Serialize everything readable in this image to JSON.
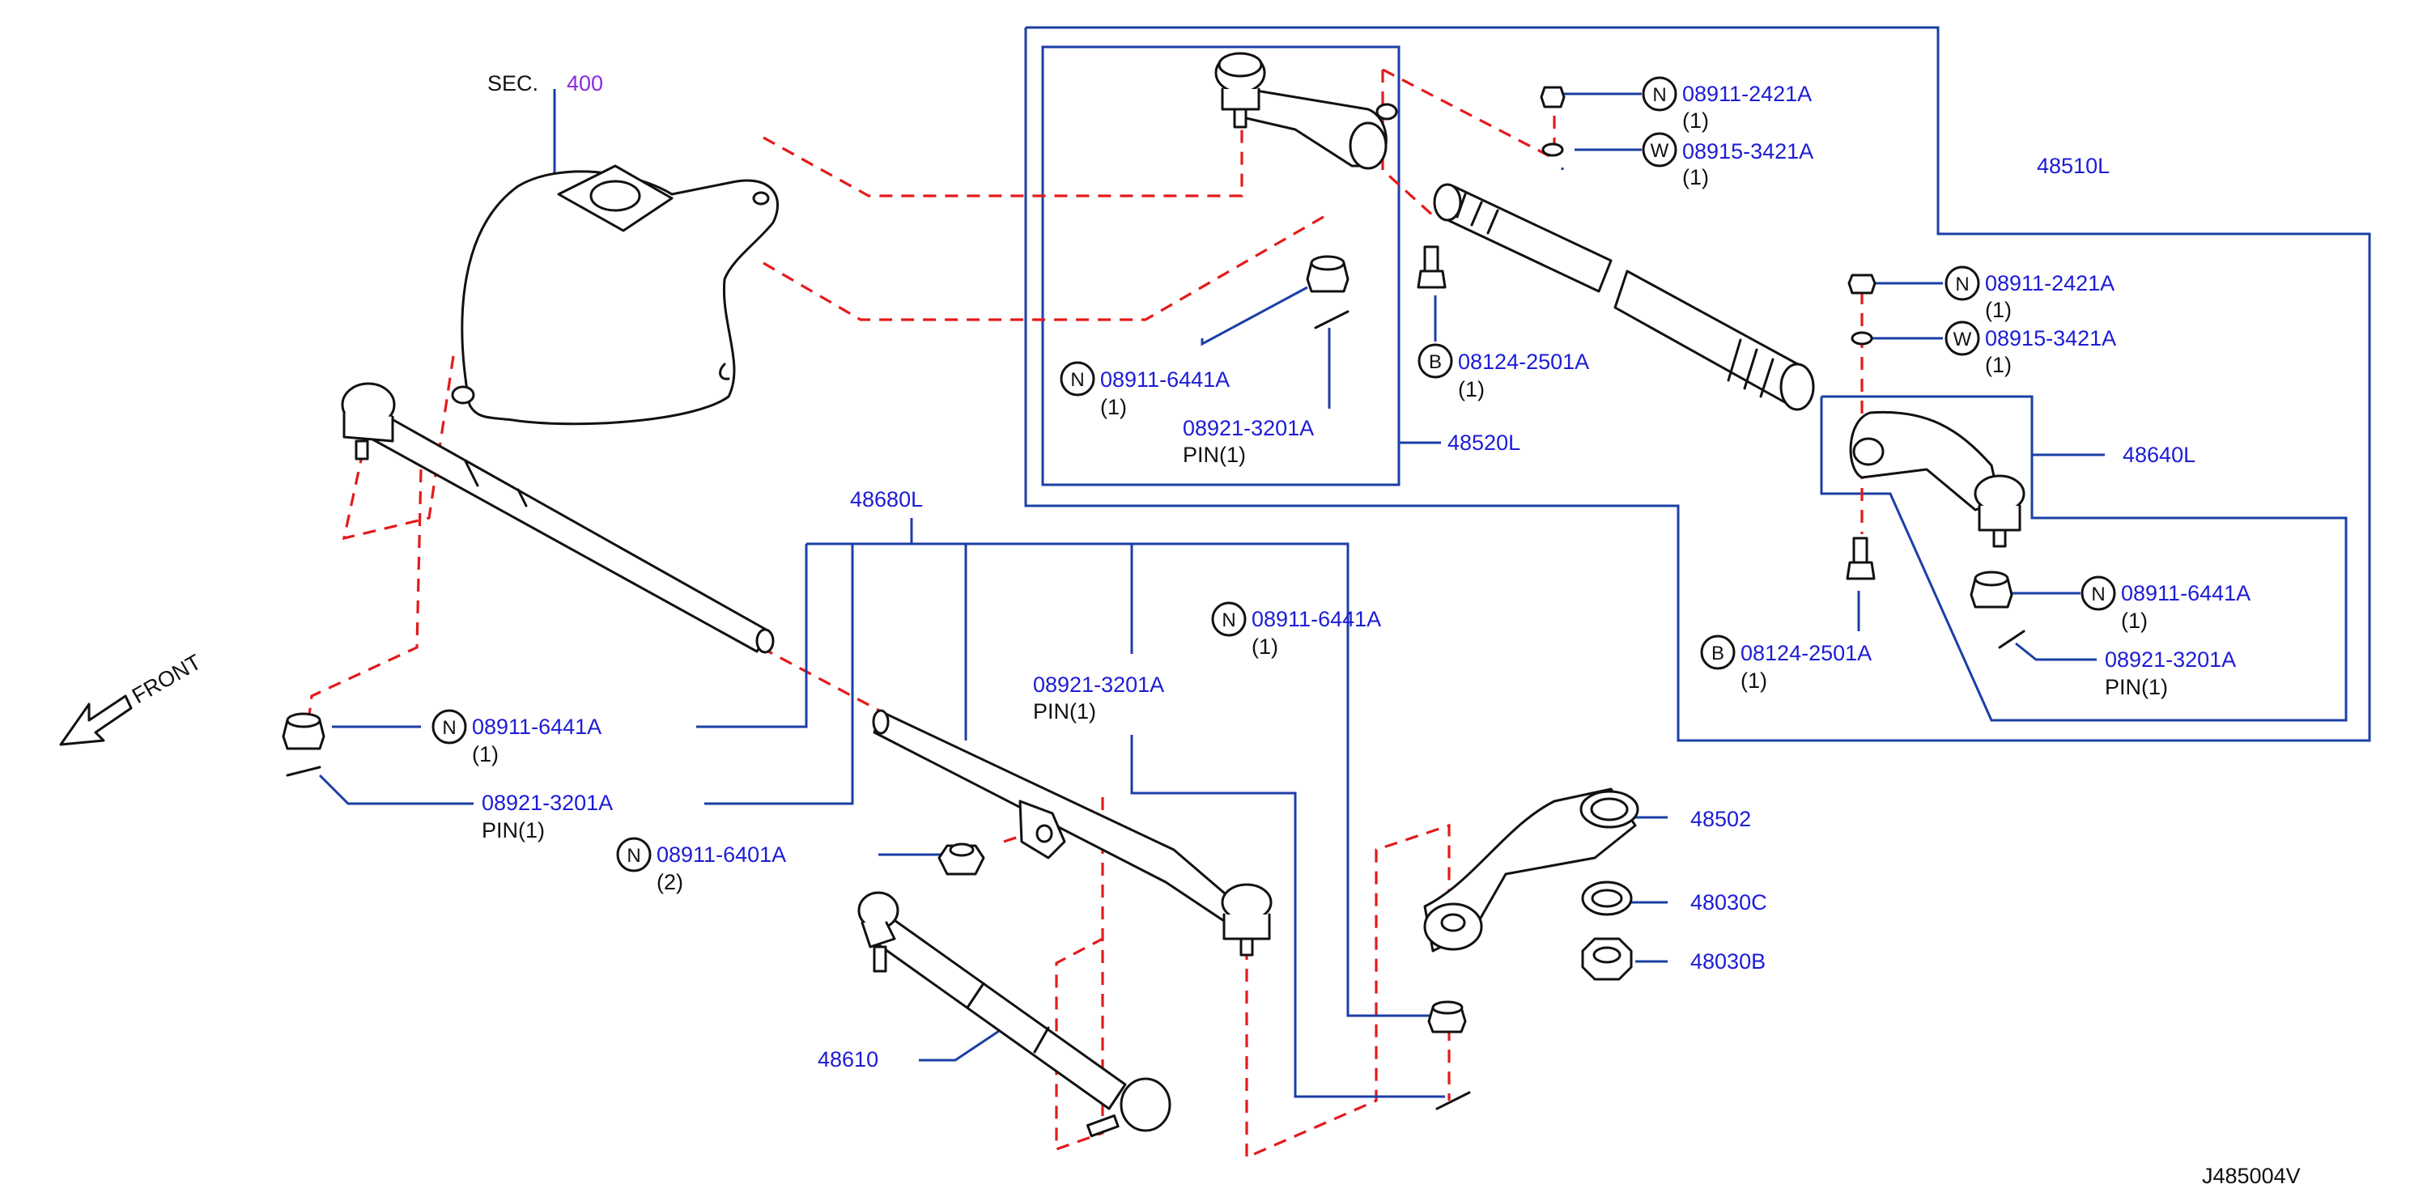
{
  "diagram": {
    "code": "J485004V",
    "front_label": "FRONT",
    "sec": {
      "prefix": "SEC.",
      "number": "400"
    },
    "symbols": {
      "nut": "N",
      "washer": "W",
      "bolt": "B"
    },
    "parts": {
      "p48510L": {
        "number": "48510L"
      },
      "p48520L": {
        "number": "48520L"
      },
      "p48640L": {
        "number": "48640L"
      },
      "p48680L": {
        "number": "48680L"
      },
      "p48610": {
        "number": "48610"
      },
      "p48502": {
        "number": "48502"
      },
      "p48030C": {
        "number": "48030C"
      },
      "p48030B": {
        "number": "48030B"
      },
      "inner_top_nut": {
        "number": "08911-2421A",
        "qty": "(1)"
      },
      "inner_top_washer": {
        "number": "08915-3421A",
        "qty": "(1)"
      },
      "inner_bolt": {
        "number": "08124-2501A",
        "qty": "(1)"
      },
      "inner_nut_6441": {
        "number": "08911-6441A",
        "qty": "(1)"
      },
      "inner_pin": {
        "number": "08921-3201A",
        "qty": "PIN(1)"
      },
      "right_nut_2421": {
        "number": "08911-2421A",
        "qty": "(1)"
      },
      "right_washer": {
        "number": "08915-3421A",
        "qty": "(1)"
      },
      "right_bolt": {
        "number": "08124-2501A",
        "qty": "(1)"
      },
      "right_nut_6441": {
        "number": "08911-6441A",
        "qty": "(1)"
      },
      "right_pin": {
        "number": "08921-3201A",
        "qty": "PIN(1)"
      },
      "center_pin": {
        "number": "08921-3201A",
        "qty": "PIN(1)"
      },
      "center_nut_6441": {
        "number": "08911-6441A",
        "qty": "(1)"
      },
      "left_nut_6441": {
        "number": "08911-6441A",
        "qty": "(1)"
      },
      "left_pin": {
        "number": "08921-3201A",
        "qty": "PIN(1)"
      },
      "left_nut_6401": {
        "number": "08911-6401A",
        "qty": "(2)"
      }
    }
  }
}
